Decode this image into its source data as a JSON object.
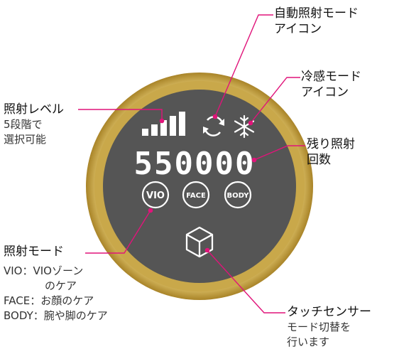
{
  "device": {
    "display_count": "550000",
    "mode_buttons": [
      "VIO",
      "FACE",
      "BODY"
    ],
    "icons": [
      "signal-bars-icon",
      "auto-cycle-icon",
      "snowflake-icon",
      "touch-sensor-cube-icon"
    ],
    "colors": {
      "ring_gold": "#c9a84a",
      "face_gray": "#555555",
      "display_white": "#ffffff",
      "callout_pink": "#e0147a"
    }
  },
  "callouts": {
    "auto_mode": {
      "lines": [
        "自動照射モード",
        "アイコン"
      ]
    },
    "cool_mode": {
      "lines": [
        "冷感モード",
        "アイコン"
      ]
    },
    "level": {
      "title": "照射レベル",
      "desc": [
        "5段階で",
        "選択可能"
      ]
    },
    "remaining": {
      "lines": [
        "残り照射",
        "回数"
      ]
    },
    "mode": {
      "title": "照射モード",
      "desc": [
        "VIO：VIOゾーン",
        "のケア",
        "FACE：お顔のケア",
        "BODY：腕や脚のケア"
      ]
    },
    "sensor": {
      "title": "タッチセンサー",
      "desc": [
        "モード切替を",
        "行います"
      ]
    }
  }
}
